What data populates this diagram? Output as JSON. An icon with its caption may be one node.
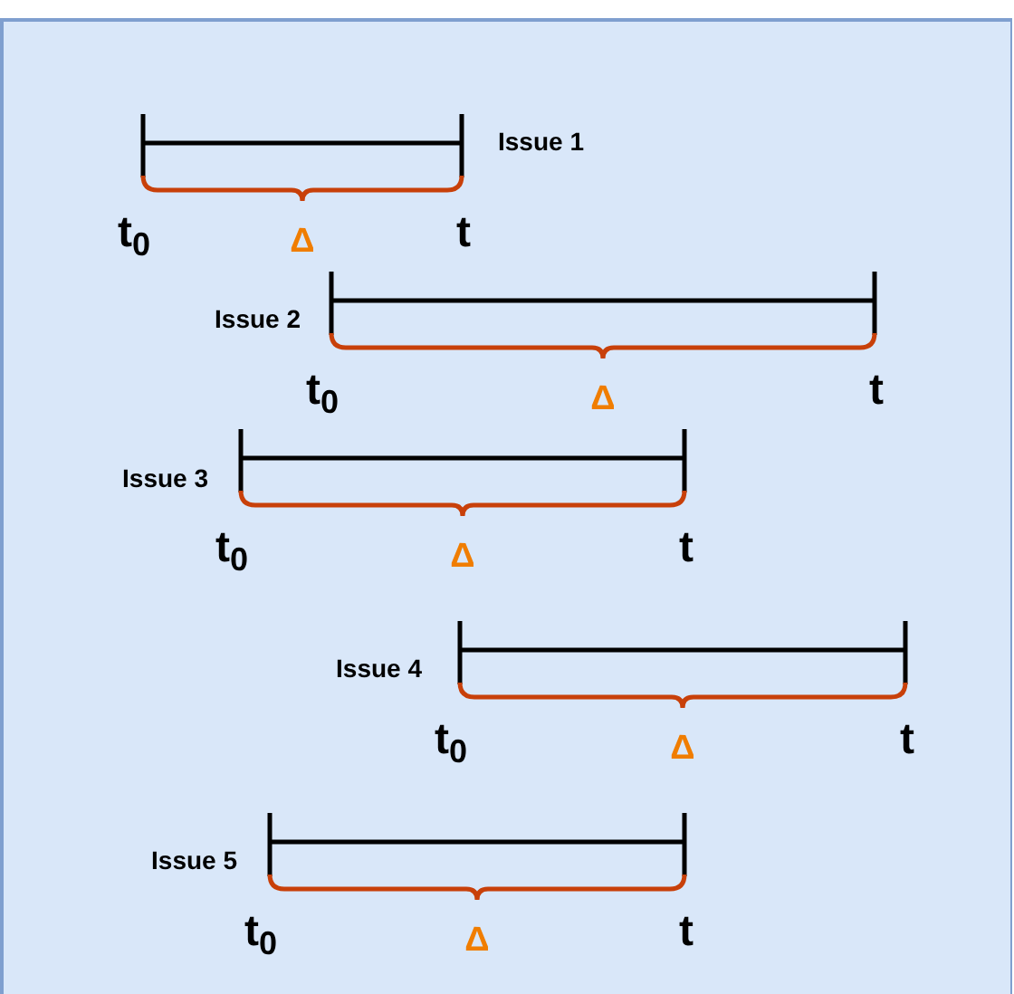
{
  "diagram": {
    "labels": [
      "Issue 1",
      "t$_{0}$",
      "Δ",
      "t",
      "Issue 2",
      "t$_{0}$",
      "Δ",
      "t",
      "Issue 3",
      "t$_{0}$",
      "Δ",
      "t",
      "Issue 4",
      "t$_{0}$",
      "Δ",
      "t",
      "Issue 5",
      "t$_{0}$",
      "Δ",
      "t"
    ]
  }
}
